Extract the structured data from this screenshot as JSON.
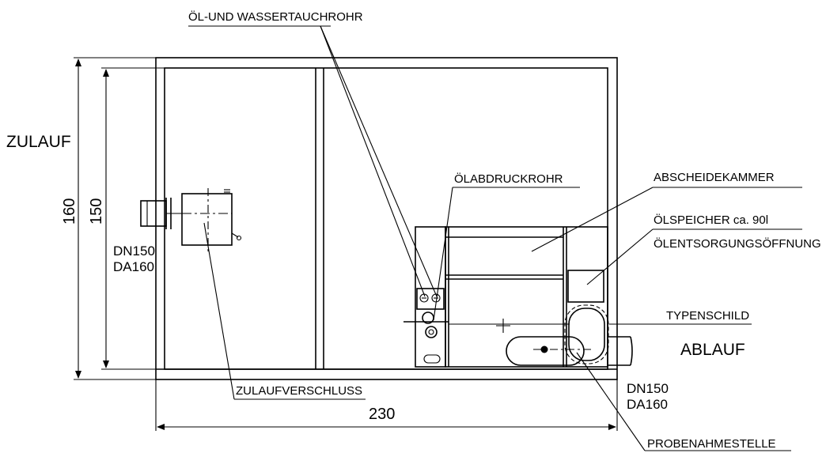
{
  "labels": {
    "tauchrohr": "ÖL-UND WASSERTAUCHROHR",
    "zulauf": "ZULAUF",
    "ablauf": "ABLAUF",
    "oelabdruckrohr": "ÖLABDRUCKROHR",
    "abscheidekammer": "ABSCHEIDEKAMMER",
    "oelspeicher": "ÖLSPEICHER ca. 90l",
    "oelentsorgung": "ÖLENTSORGUNGSÖFFNUNG",
    "typenschild": "TYPENSCHILD",
    "zulaufverschluss": "ZULAUFVERSCHLUSS",
    "probenahmestelle": "PROBENAHMESTELLE"
  },
  "pipe_in": {
    "dn": "DN150",
    "da": "DA160"
  },
  "pipe_out": {
    "dn": "DN150",
    "da": "DA160"
  },
  "dimensions": {
    "outer_height": "160",
    "inner_height": "150",
    "width": "230"
  }
}
